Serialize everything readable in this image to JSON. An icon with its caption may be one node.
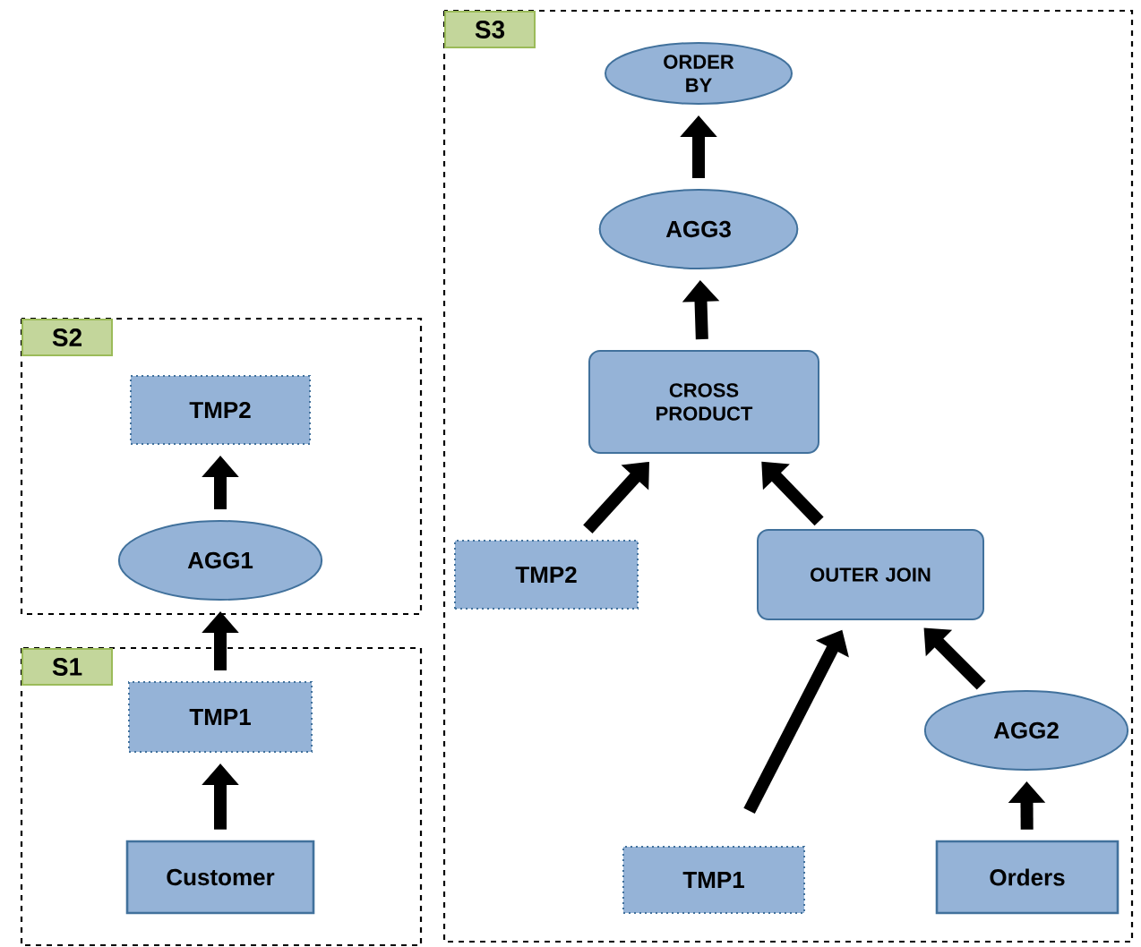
{
  "diagram": {
    "nodes": [
      {
        "text": [
          "S3"
        ]
      },
      {
        "text": [
          "ORDER BY"
        ],
        "in": 0
      },
      {
        "text": [
          "AGG3"
        ],
        "in": 0
      },
      {
        "text": [
          "CROSS PRODUCT"
        ],
        "in": 0
      },
      {
        "text": [
          "TMP2"
        ],
        "in": 0
      },
      {
        "text": [
          "OUTER JOIN"
        ],
        "in": 0
      },
      {
        "text": [
          "AGG2"
        ],
        "in": 0
      },
      {
        "text": [
          "TMP1"
        ],
        "in": 0
      },
      {
        "text": [
          "Orders"
        ],
        "in": 0
      },
      {
        "text": [
          "S2"
        ]
      },
      {
        "text": [
          "TMP2"
        ],
        "in": 9
      },
      {
        "text": [
          "AGG1"
        ],
        "in": 9
      },
      {
        "text": [
          "S1"
        ]
      },
      {
        "text": [
          "TMP1"
        ],
        "in": 12
      },
      {
        "text": [
          "Customer"
        ],
        "in": 12
      }
    ],
    "edges": [
      {
        "from": 14,
        "to": 13,
        "arrow": "to"
      },
      {
        "from": 13,
        "to": 11,
        "arrow": "to"
      },
      {
        "from": 11,
        "to": 10,
        "arrow": "to"
      },
      {
        "from": 4,
        "to": 3,
        "arrow": "to"
      },
      {
        "from": 5,
        "to": 3,
        "arrow": "to"
      },
      {
        "from": 7,
        "to": 5,
        "arrow": "to"
      },
      {
        "from": 8,
        "to": 6,
        "arrow": "to"
      },
      {
        "from": 6,
        "to": 5,
        "arrow": "to"
      },
      {
        "from": 3,
        "to": 2,
        "arrow": "to"
      },
      {
        "from": 2,
        "to": 1,
        "arrow": "to"
      }
    ]
  }
}
